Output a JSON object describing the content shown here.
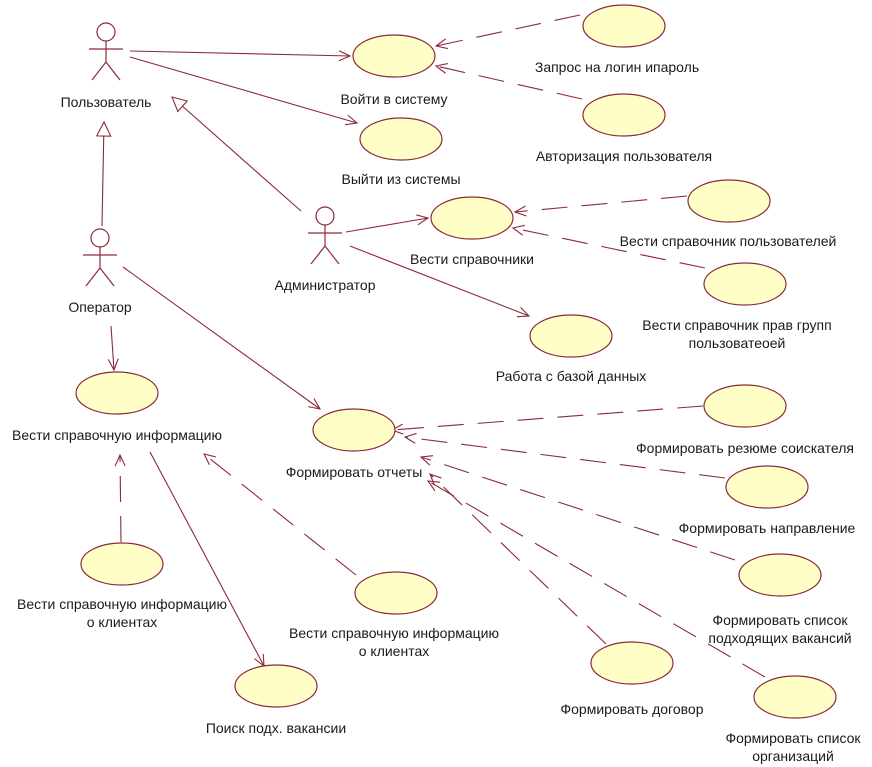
{
  "actors": [
    {
      "id": "user",
      "name": "Пользователь"
    },
    {
      "id": "operator",
      "name": "Оператор"
    },
    {
      "id": "admin",
      "name": "Администратор"
    }
  ],
  "use_cases": [
    {
      "id": "login",
      "lines": [
        "Войти в систему"
      ]
    },
    {
      "id": "logout",
      "lines": [
        "Выйти из системы"
      ]
    },
    {
      "id": "pwd",
      "lines": [
        "Запрос на логин ипароль"
      ]
    },
    {
      "id": "auth",
      "lines": [
        "Авторизация пользователя"
      ]
    },
    {
      "id": "refs",
      "lines": [
        "Вести справочники"
      ]
    },
    {
      "id": "ref_users",
      "lines": [
        "Вести справочник пользователей"
      ]
    },
    {
      "id": "ref_rights",
      "lines": [
        "Вести справочник прав групп",
        "пользоватеоей"
      ]
    },
    {
      "id": "db",
      "lines": [
        "Работа с базой данных"
      ]
    },
    {
      "id": "info",
      "lines": [
        "Вести справочную информацию"
      ]
    },
    {
      "id": "info_clients1",
      "lines": [
        "Вести справочную информацию",
        "о клиентах"
      ]
    },
    {
      "id": "info_clients2",
      "lines": [
        "Вести справочную информацию",
        "о клиентах"
      ]
    },
    {
      "id": "search",
      "lines": [
        "Поиск подх. вакансии"
      ]
    },
    {
      "id": "reports",
      "lines": [
        "Формировать отчеты"
      ]
    },
    {
      "id": "resume",
      "lines": [
        "Формировать резюме соискателя"
      ]
    },
    {
      "id": "direction",
      "lines": [
        "Формировать направление"
      ]
    },
    {
      "id": "vacancies",
      "lines": [
        "Формировать список",
        "подходящих вакансий"
      ]
    },
    {
      "id": "contract",
      "lines": [
        "Формировать договор"
      ]
    },
    {
      "id": "orgs",
      "lines": [
        "Формировать список",
        "организаций"
      ]
    }
  ],
  "relations": [
    {
      "type": "association",
      "from": "user",
      "to": "login"
    },
    {
      "type": "association",
      "from": "user",
      "to": "logout"
    },
    {
      "type": "generalization",
      "from": "operator",
      "to": "user"
    },
    {
      "type": "generalization",
      "from": "admin",
      "to": "user"
    },
    {
      "type": "dependency",
      "from": "pwd",
      "to": "login"
    },
    {
      "type": "dependency",
      "from": "auth",
      "to": "login"
    },
    {
      "type": "association",
      "from": "admin",
      "to": "refs"
    },
    {
      "type": "association",
      "from": "admin",
      "to": "db"
    },
    {
      "type": "dependency",
      "from": "ref_users",
      "to": "refs"
    },
    {
      "type": "dependency",
      "from": "ref_rights",
      "to": "refs"
    },
    {
      "type": "association",
      "from": "operator",
      "to": "info"
    },
    {
      "type": "association",
      "from": "operator",
      "to": "reports"
    },
    {
      "type": "dependency",
      "from": "info_clients1",
      "to": "info"
    },
    {
      "type": "dependency",
      "from": "info_clients2",
      "to": "info"
    },
    {
      "type": "association",
      "from": "info",
      "to": "search"
    },
    {
      "type": "dependency",
      "from": "resume",
      "to": "reports"
    },
    {
      "type": "dependency",
      "from": "direction",
      "to": "reports"
    },
    {
      "type": "dependency",
      "from": "vacancies",
      "to": "reports"
    },
    {
      "type": "dependency",
      "from": "contract",
      "to": "reports"
    },
    {
      "type": "dependency",
      "from": "orgs",
      "to": "reports"
    }
  ]
}
